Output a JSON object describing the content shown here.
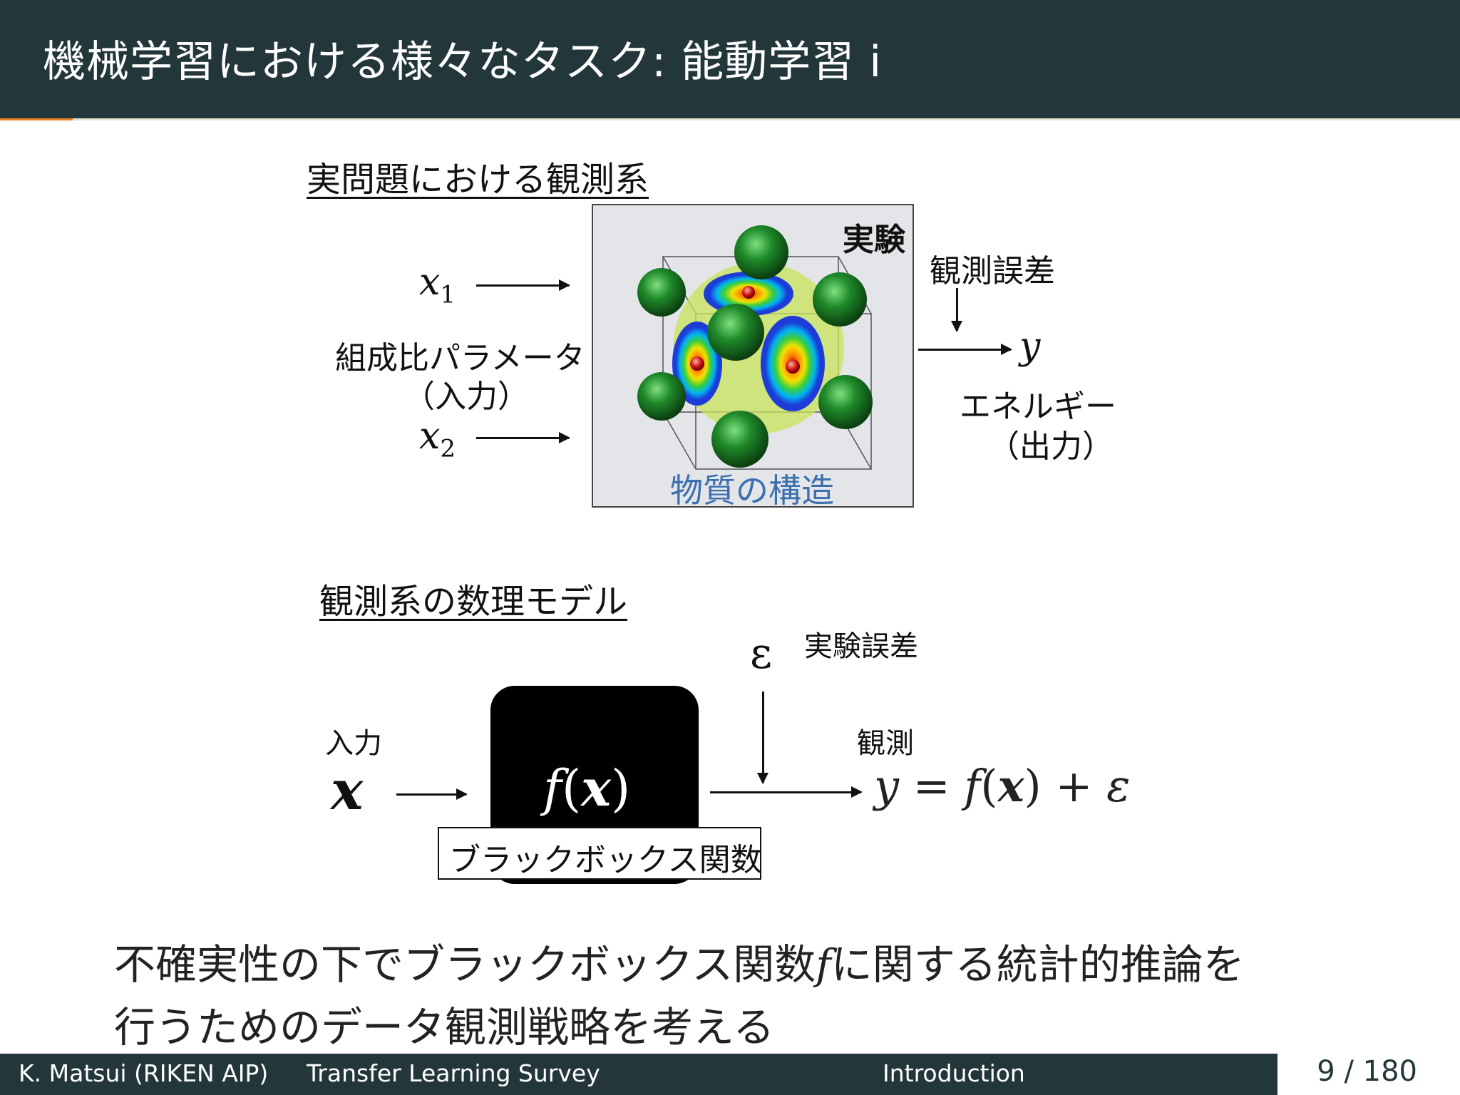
{
  "frame": {
    "title": "機械学習における様々なタスク: 能動学習 i"
  },
  "real_system": {
    "heading": "実問題における観測系",
    "x1": "x",
    "x1_sub": "1",
    "x2": "x",
    "x2_sub": "2",
    "input_label": "組成比パラメータ",
    "input_paren": "（入力）",
    "experiment_label": "実験",
    "structure_label": "物質の構造",
    "noise_label": "観測誤差",
    "y": "y",
    "output_label": "エネルギー",
    "output_paren": "（出力）"
  },
  "math_model": {
    "heading": "観測系の数理モデル",
    "input_label": "入力",
    "input_symbol": "x",
    "function": "f(x)",
    "function_f": "f",
    "function_x": "x",
    "blackbox_label": "ブラックボックス関数",
    "epsilon": "ε",
    "noise_label": "実験誤差",
    "observation_label": "観測",
    "eq_y": "y",
    "eq_eq": " = ",
    "eq_f": "f",
    "eq_x": "x",
    "eq_plus": " + ",
    "eq_eps": "ε"
  },
  "conclusion": {
    "line1_a": "不確実性の下でブラックボックス関数",
    "line1_f": "f",
    "line1_b": "に関する統計的推論を",
    "line2": "行うためのデータ観測戦略を考える"
  },
  "footer": {
    "author": "K. Matsui (RIKEN AIP)",
    "title": "Transfer Learning Survey",
    "section": "Introduction",
    "page": "9 / 180"
  },
  "colors": {
    "header_bg": "#23373b",
    "accent": "#eb811b",
    "structure_label": "#3a6fb0"
  }
}
